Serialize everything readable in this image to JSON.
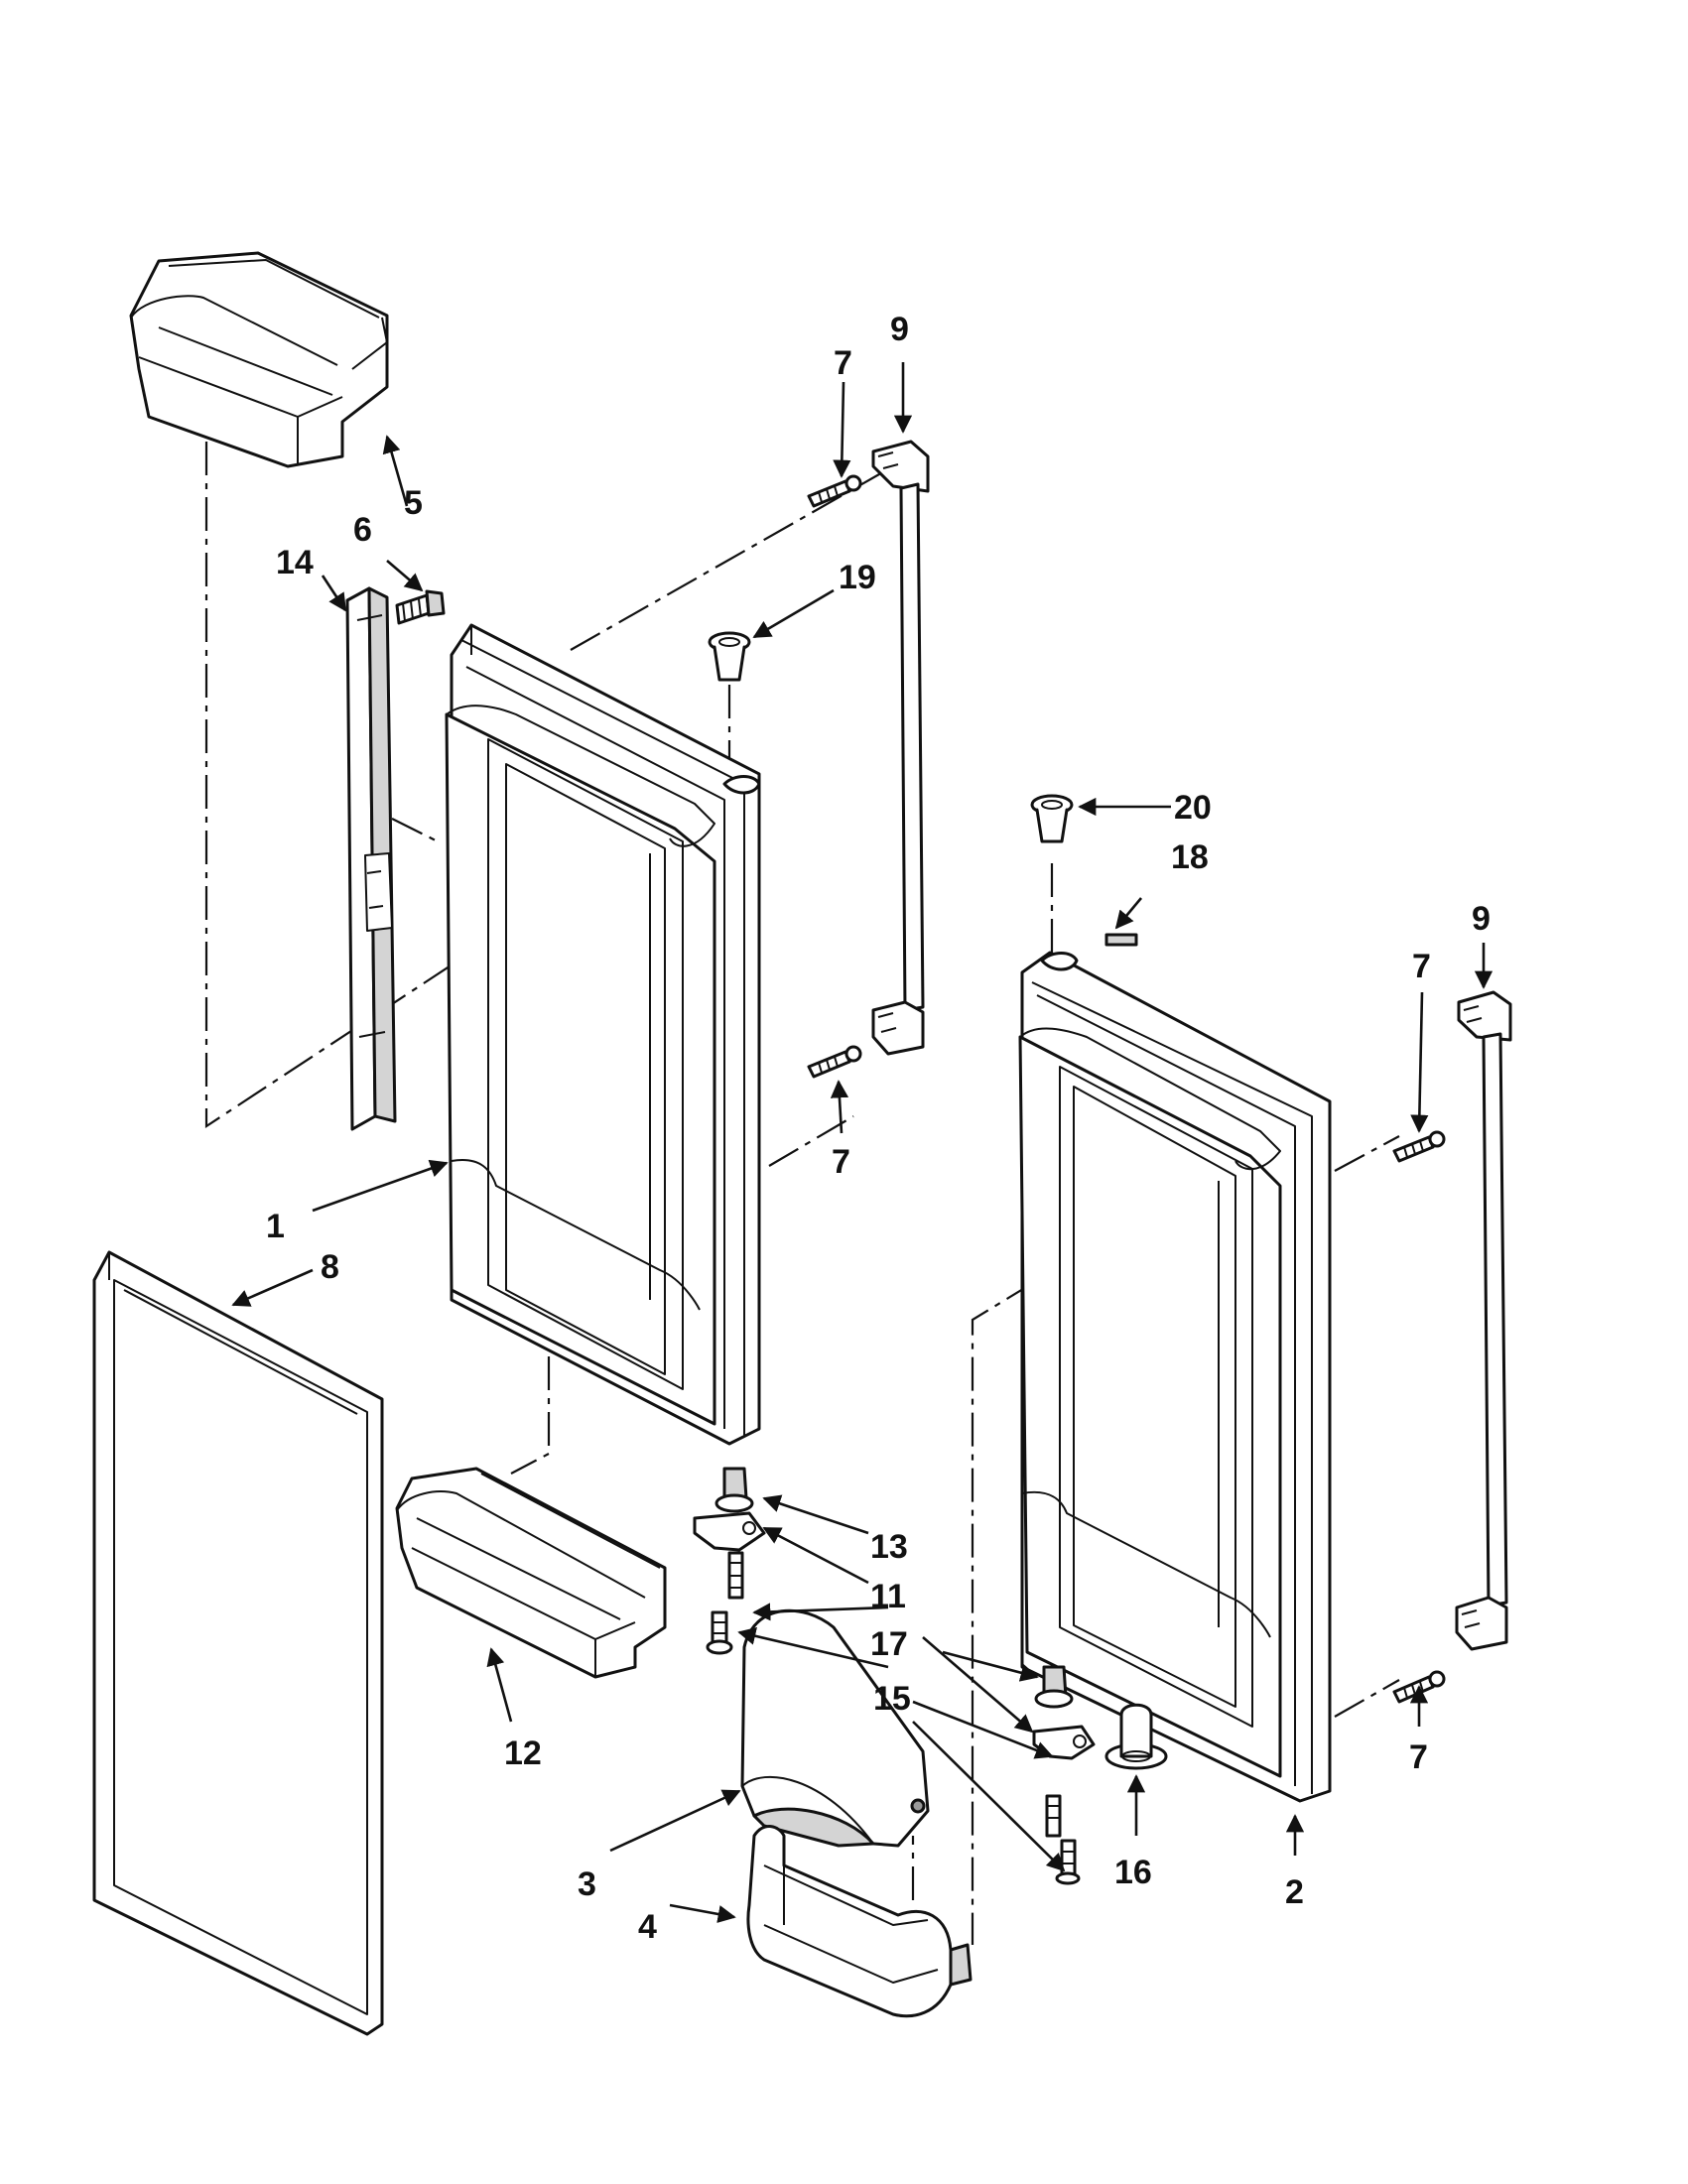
{
  "callouts": {
    "c1": "1",
    "c2": "2",
    "c3": "3",
    "c4": "4",
    "c5": "5",
    "c6": "6",
    "c7a": "7",
    "c7b": "7",
    "c7c": "7",
    "c7d": "7",
    "c8": "8",
    "c9a": "9",
    "c9b": "9",
    "c11": "11",
    "c12": "12",
    "c13": "13",
    "c14": "14",
    "c15": "15",
    "c16": "16",
    "c17": "17",
    "c18": "18",
    "c19": "19",
    "c20": "20"
  }
}
